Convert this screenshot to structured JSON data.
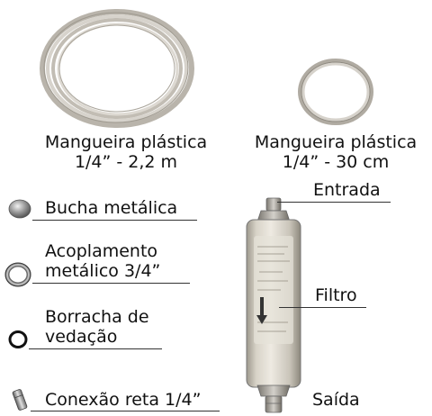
{
  "items": {
    "hose_long": {
      "line1": "Mangueira plástica",
      "line2": "1/4” - 2,2 m"
    },
    "hose_short": {
      "line1": "Mangueira plástica",
      "line2": "1/4” - 30 cm"
    },
    "bushing": {
      "label": "Bucha metálica"
    },
    "coupling": {
      "line1": "Acoplamento",
      "line2": "metálico 3/4”"
    },
    "seal": {
      "line1": "Borracha de",
      "line2": "vedação"
    },
    "connector": {
      "label": "Conexão reta 1/4”"
    }
  },
  "filter": {
    "inlet_label": "Entrada",
    "body_label": "Filtro",
    "outlet_label": "Saída"
  }
}
